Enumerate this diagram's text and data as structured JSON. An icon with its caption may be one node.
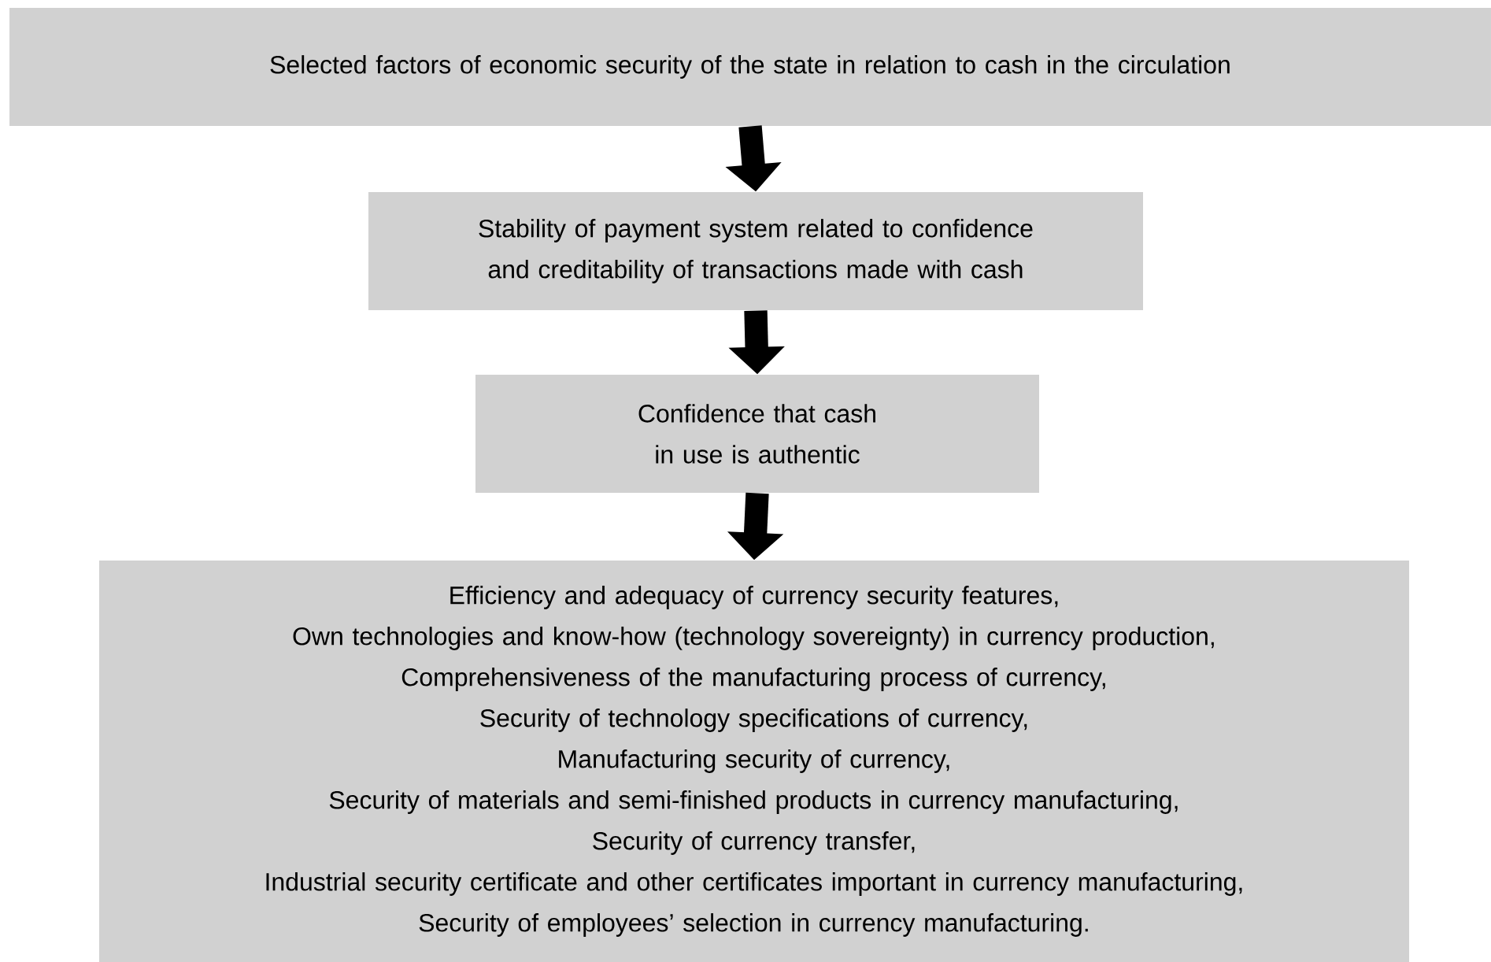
{
  "diagram": {
    "nodes": [
      {
        "text": [
          "Selected factors of economic security of the state in relation to cash in the circulation"
        ]
      },
      {
        "text": [
          "Stability of payment system related to confidence and creditability of transactions made with cash"
        ]
      },
      {
        "text": [
          "Confidence that cash in use is authentic"
        ]
      },
      {
        "text": [
          "Efficiency and adequacy of currency security features,",
          "Own technologies and know-how (technology sovereignty) in currency production,",
          "Comprehensiveness of the manufacturing process of currency,",
          "Security of technology specifications of currency,",
          "Manufacturing security of currency,",
          "Security of materials and semi-finished products in currency manufacturing,",
          "Security of currency transfer,",
          "Industrial security certificate and other certificates important in currency manufacturing,",
          "Security of employees’ selection in currency manufacturing."
        ]
      }
    ],
    "edges": [
      {
        "from": 0,
        "to": 1,
        "arrow": "to"
      },
      {
        "from": 1,
        "to": 2,
        "arrow": "to"
      },
      {
        "from": 2,
        "to": 3,
        "arrow": "to"
      }
    ]
  }
}
